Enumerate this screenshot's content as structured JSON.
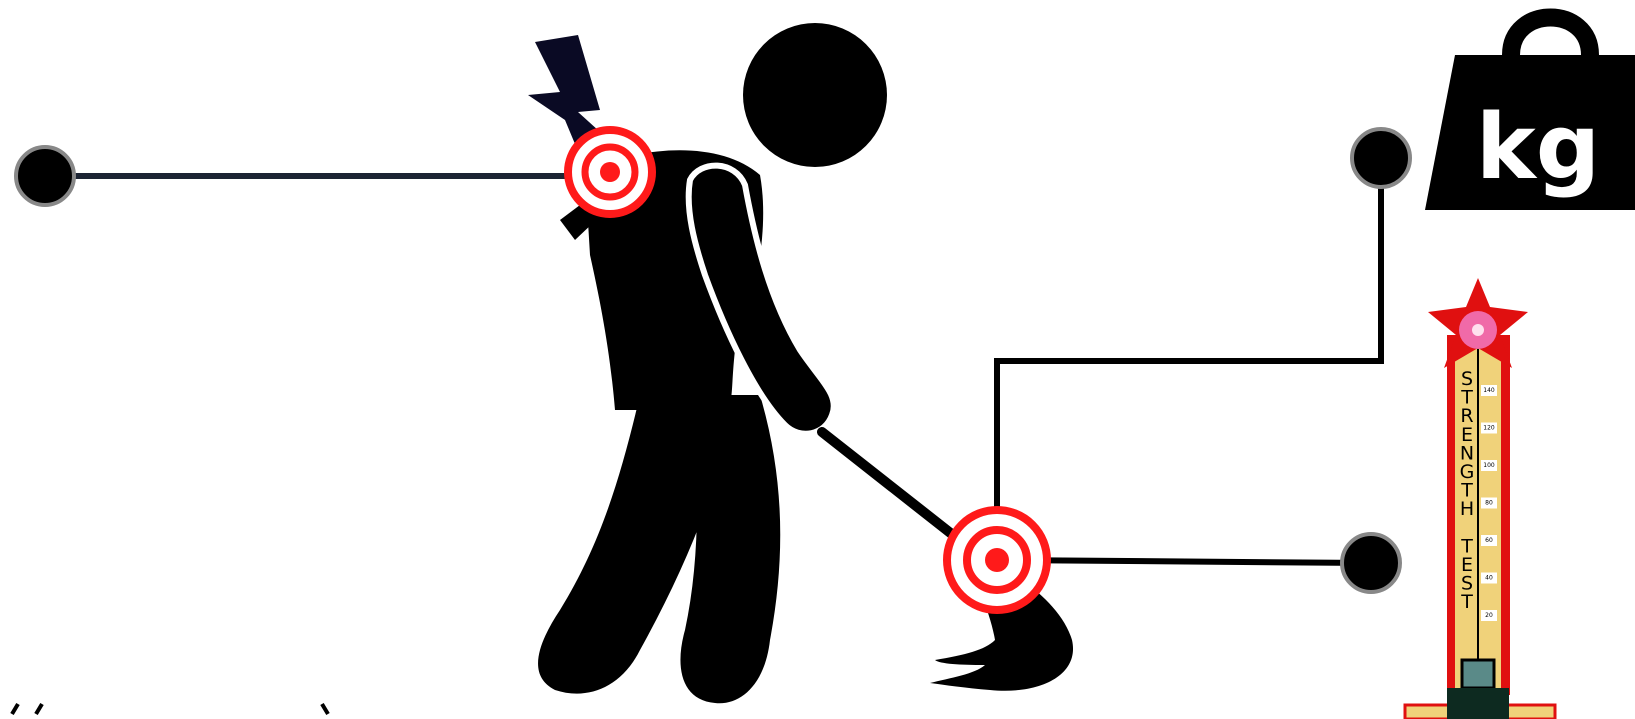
{
  "diagram": {
    "weight_icon": {
      "label": "kg"
    },
    "strength_tester": {
      "label_letters": [
        "S",
        "T",
        "R",
        "E",
        "N",
        "G",
        "T",
        "H",
        " ",
        "T",
        "E",
        "S",
        "T"
      ],
      "scale_ticks": [
        "140",
        "120",
        "100",
        "80",
        "60",
        "40",
        "20"
      ]
    },
    "colors": {
      "figure": "#000000",
      "target": "#ff1a1a",
      "bolt": "#0a0a24",
      "connector": "#1c2433",
      "node_ring": "#888888",
      "tester_tube": "#f0d27a",
      "tester_rail": "#e01010",
      "tester_bulb": "#f06aa8"
    }
  }
}
